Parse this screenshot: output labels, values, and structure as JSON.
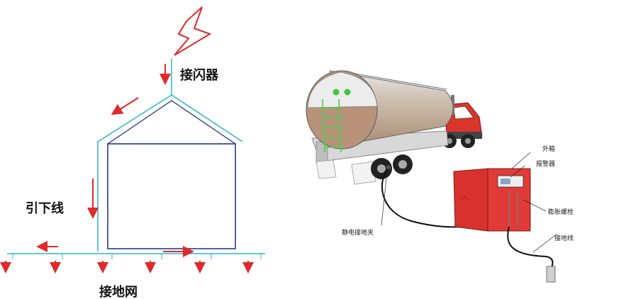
{
  "left_diagram": {
    "lightning_rod_label": "接闪器",
    "down_conductor_label": "引下线",
    "ground_grid_label": "接地网"
  },
  "right_diagram": {
    "static_clamp_label": "静电接地夹",
    "outer_box_label": "外箱",
    "alarm_label": "报警器",
    "expansion_bolt_label": "膨胀螺栓",
    "ground_wire_label": "接地线"
  },
  "colors": {
    "conductor": "#2bb8c4",
    "arrow": "#e02a2a",
    "building": "#1a2a8c",
    "tank_body": "#b89478",
    "truck_cab": "#d9352a",
    "cabinet": "#e23a36"
  }
}
